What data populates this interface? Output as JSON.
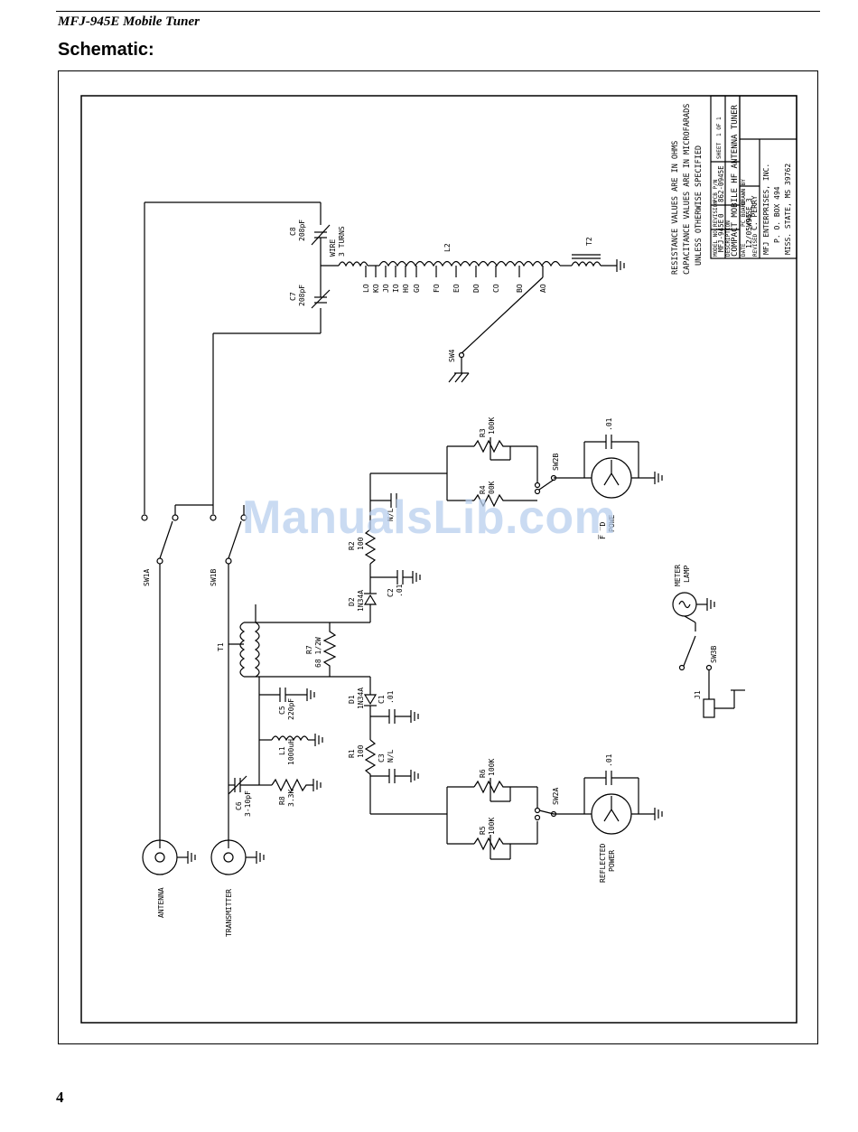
{
  "header": {
    "manual_title": "MFJ-945E Mobile Tuner"
  },
  "section": {
    "title": "Schematic:"
  },
  "page": {
    "number": "4"
  },
  "watermark": {
    "text": "ManualsLib.com"
  },
  "schematic": {
    "notes": {
      "line1": "RESISTANCE VALUES ARE IN OHMS",
      "line2": "CAPACITANCE VALUES ARE IN MICROFARADS",
      "line3": "UNLESS OTHERWISE SPECIFIED"
    },
    "title_block": {
      "model_label": "MODEL NO.",
      "model": "MFJ-945E",
      "revision_label": "REVISION",
      "revision": "0",
      "pcb_label": "PCB P/N",
      "pcb": "862-0945E",
      "sheet_label": "SHEET",
      "sheet": "1 OF 1",
      "description_label": "DESCRIPTION",
      "description": "COMPACT MOBILE HF ANTENNA TUNER",
      "date_label": "DATE",
      "date": "12/05/95",
      "board_label": "PC BOARD",
      "board": "W945E_3",
      "drawn_label": "DRAWN BY",
      "drawn": "C. PERRY",
      "revised_label": "REVISED",
      "company1": "MFJ ENTERPRISES, INC.",
      "company2": "P. O. BOX 494",
      "company3": "MISS. STATE, MS 39762"
    },
    "labels": {
      "c8_ref": "C8",
      "c8_val": "208pF",
      "c7_ref": "C7",
      "c7_val": "208pF",
      "wire1": "WIRE",
      "wire2": "3 TURNS",
      "l2": "L2",
      "t2": "T2",
      "tap_lo": "LO",
      "tap_ko": "KO",
      "tap_jo": "JO",
      "tap_io": "IO",
      "tap_ho": "HO",
      "tap_go": "GO",
      "tap_fo": "FO",
      "tap_eo": "EO",
      "tap_do": "DO",
      "tap_co": "CO",
      "tap_bo": "BO",
      "tap_ao": "AO",
      "sw4": "SW4",
      "r3_ref": "R3",
      "r3_val": "100K",
      "sw2b": "SW2B",
      "c_fwd": ".01",
      "r4_ref": "R4",
      "r4_val": "00K",
      "fwd1": "F̅̅̅ ̅ D",
      "fwd2": "POWE",
      "nl_top": "N/L",
      "sw1a": "SW1A",
      "sw1b": "SW1B",
      "r2_ref": "R2",
      "r2_val": "100",
      "d2_ref": "D2",
      "d2_val": "1N34A",
      "c2_ref": "C2",
      "c2_val": ".01",
      "t1": "T1",
      "r7_ref": "R7",
      "r7_val": "68 1/2W",
      "d1_ref": "D1",
      "d1_val": "1N34A",
      "c1_ref": "C1",
      "c1_val": ".01",
      "c5_ref": "C5",
      "c5_val": "220pF",
      "l1_ref": "L1",
      "l1_val": "1000uH",
      "r1_ref": "R1",
      "r1_val": "100",
      "c3_ref": "C3",
      "c3_val": "N/L",
      "c6_ref": "C6",
      "c6_val": "3-10pF",
      "r8_ref": "R8",
      "r8_val": "3.3K",
      "r6_ref": "R6",
      "r6_val": "100K",
      "r5_ref": "R5",
      "r5_val": "100K",
      "sw2a": "SW2A",
      "c_ref": ".01",
      "ref1": "REFLECTED",
      "ref2": "POWER",
      "meter1": "METER",
      "meter2": "LAMP",
      "sw3b": "SW3B",
      "j1": "J1",
      "antenna": "ANTENNA",
      "transmitter": "TRANSMITTER"
    }
  }
}
